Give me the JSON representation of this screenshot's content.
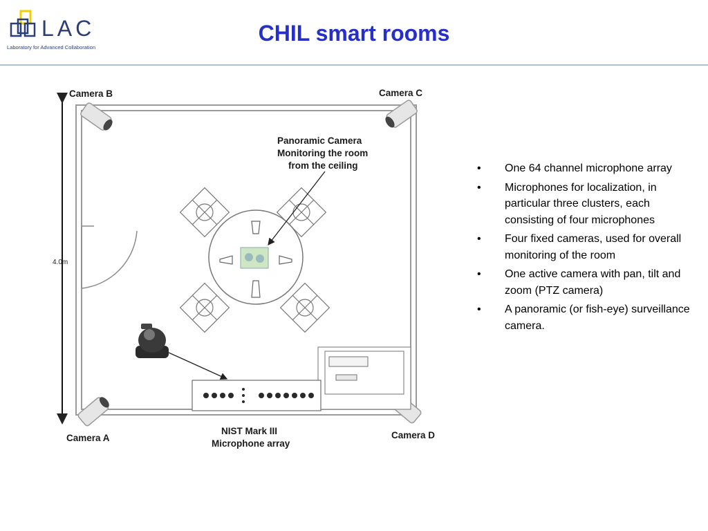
{
  "logo": {
    "wordmark": "LAC",
    "subtitle": "Laboratory for Advanced Collaboration"
  },
  "slide": {
    "title": "CHIL smart rooms"
  },
  "diagram": {
    "camera_b": "Camera B",
    "camera_c": "Camera C",
    "camera_a": "Camera A",
    "camera_d": "Camera D",
    "panoramic_line1": "Panoramic Camera",
    "panoramic_line2": "Monitoring the room",
    "panoramic_line3": "from the ceiling",
    "dimension": "4.0m",
    "array_line1": "NIST Mark III",
    "array_line2": "Microphone array"
  },
  "bullets": [
    {
      "marker": "•",
      "text": "One 64 channel microphone array"
    },
    {
      "marker": "•",
      "text": "Microphones for localization, in particular three clusters, each consisting of four microphones"
    },
    {
      "marker": "•",
      "text": "Four fixed cameras, used for overall monitoring of the room"
    },
    {
      "marker": "•",
      "text": "One active camera with pan, tilt and zoom (PTZ camera)"
    },
    {
      "marker": "•",
      "text": "A panoramic (or fish-eye) surveillance camera."
    }
  ]
}
